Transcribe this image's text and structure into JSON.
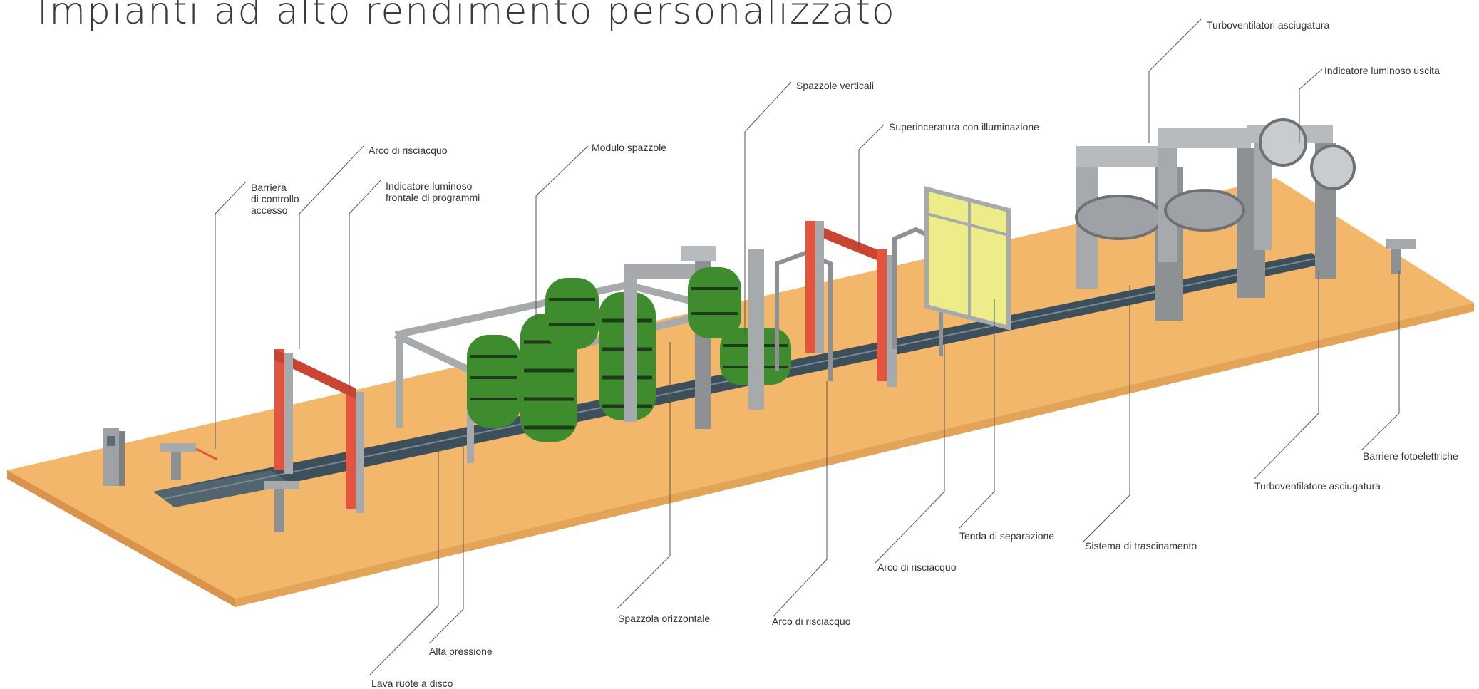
{
  "title": "Impianti ad alto rendimento personalizzato",
  "colors": {
    "floor": "#f2b76a",
    "floor_edge": "#d9934a",
    "track": "#3e4f5c",
    "frame": "#a7aaad",
    "frame_dark": "#7d8083",
    "red_arch": "#e4553f",
    "brush_green": "#3f8c2e",
    "brush_dark": "#1f3b1a",
    "curtain": "#ecec88",
    "leader": "#555555"
  },
  "callouts": {
    "barriera": [
      "Barriera",
      "di controllo",
      "accesso"
    ],
    "arco1": "Arco di risciacquo",
    "indicatore_frontale": [
      "Indicatore luminoso",
      "frontale di programmi"
    ],
    "modulo_spazzole": "Modulo spazzole",
    "spazzole_verticali": "Spazzole verticali",
    "superinceratura": "Superinceratura con illuminazione",
    "turbo_asciugatura": "Turboventilatori asciugatura",
    "indicatore_uscita": "Indicatore luminoso uscita",
    "barriere_fotoelettriche": "Barriere fotoelettriche",
    "turbo_asciugatura_single": "Turboventilatore asciugatura",
    "sistema_trascinamento": "Sistema di trascinamento",
    "tenda_separazione": "Tenda di separazione",
    "arco2": "Arco di risciacquo",
    "arco3": "Arco di risciacquo",
    "spazzola_orizzontale": "Spazzola orizzontale",
    "alta_pressione": "Alta pressione",
    "lava_ruote": "Lava ruote a disco"
  }
}
